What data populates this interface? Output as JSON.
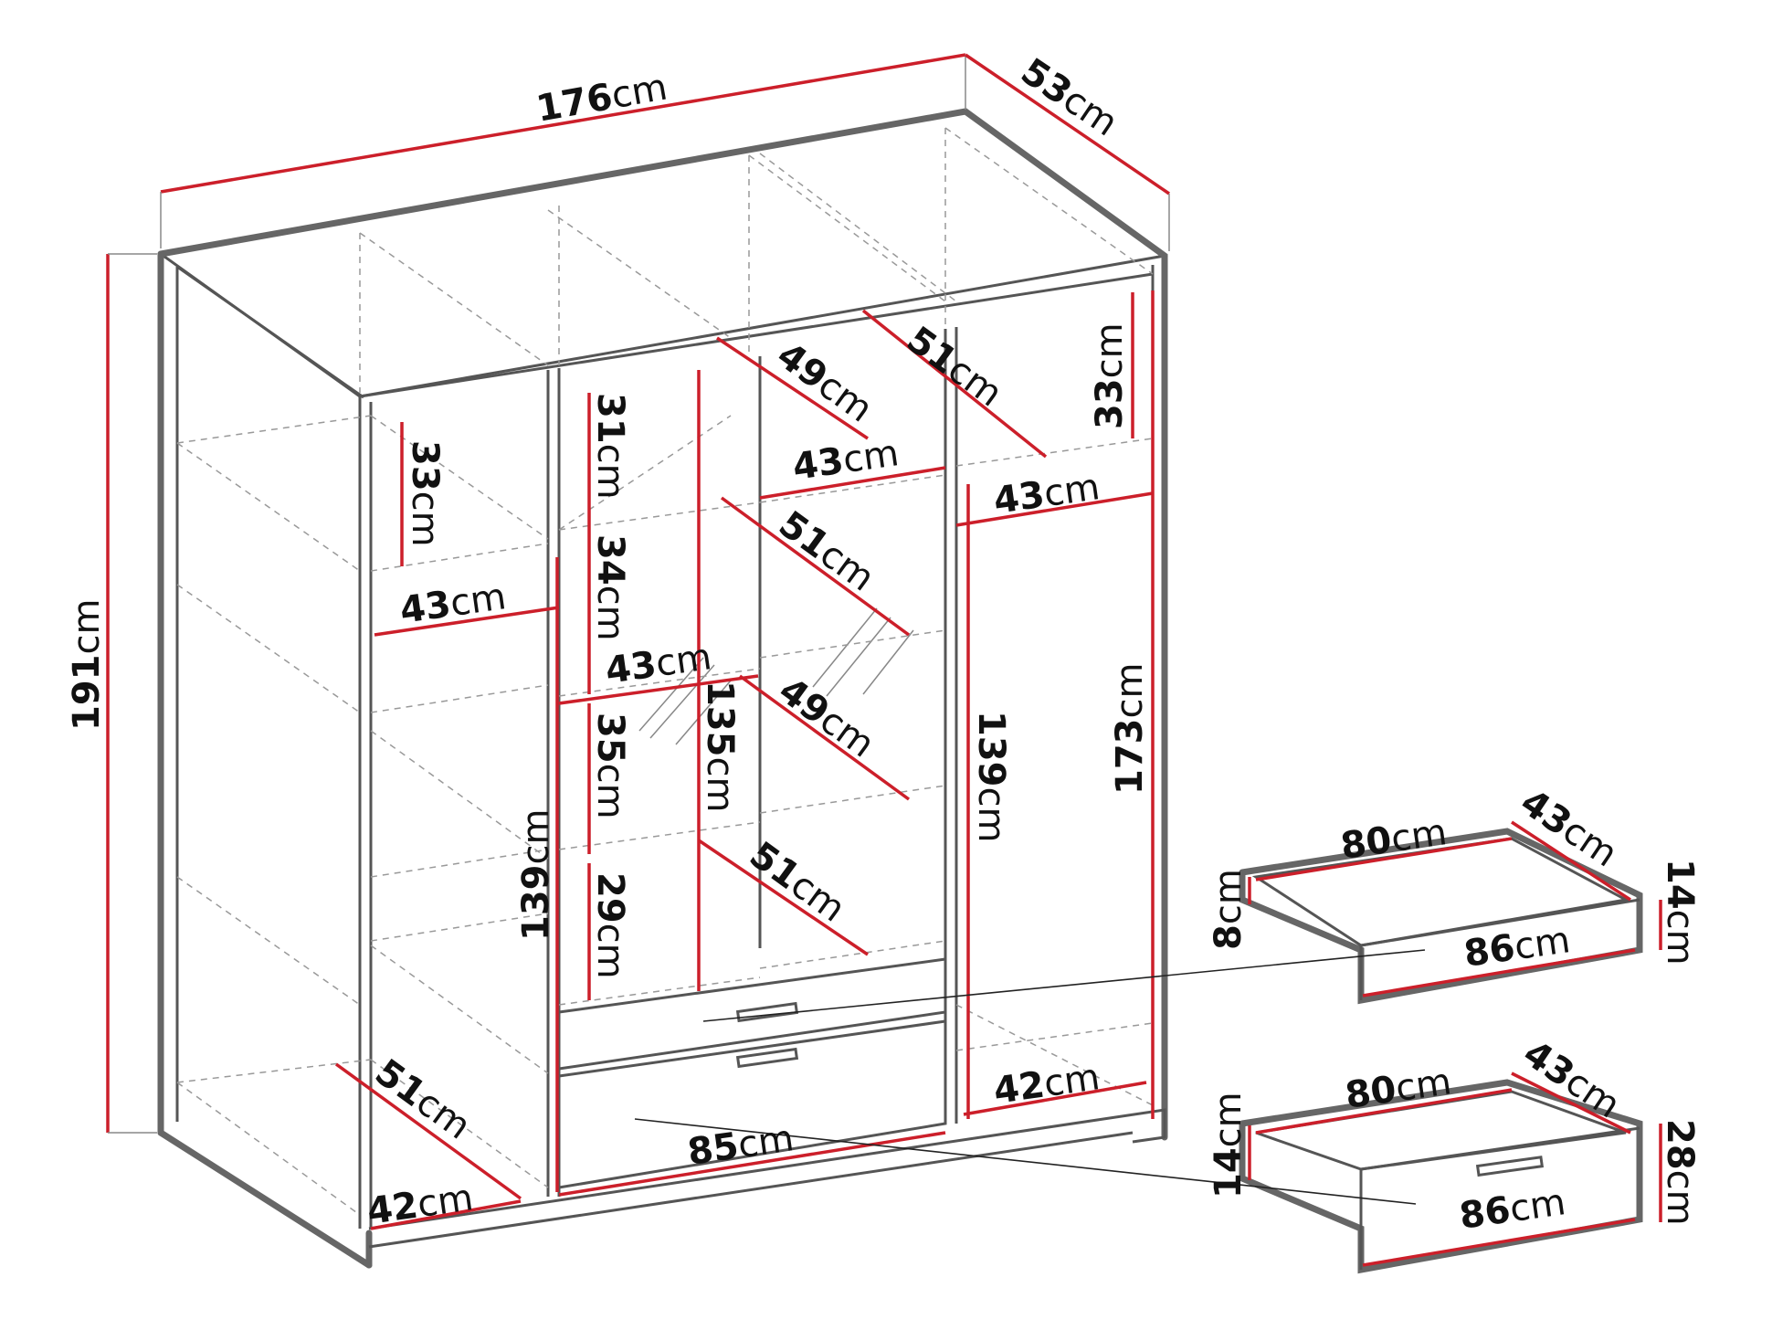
{
  "dimensions": {
    "overall_width": {
      "num": "176",
      "unit": "cm"
    },
    "overall_depth": {
      "num": "53",
      "unit": "cm"
    },
    "overall_height": {
      "num": "191",
      "unit": "cm"
    },
    "left_top_shelf_height": {
      "num": "33",
      "unit": "cm"
    },
    "left_shelf_width": {
      "num": "43",
      "unit": "cm"
    },
    "left_section_height": {
      "num": "139",
      "unit": "cm"
    },
    "left_bottom_depth": {
      "num": "51",
      "unit": "cm"
    },
    "left_bottom_width": {
      "num": "42",
      "unit": "cm"
    },
    "mid_shelf_1_height": {
      "num": "31",
      "unit": "cm"
    },
    "mid_shelf_2_height": {
      "num": "34",
      "unit": "cm"
    },
    "mid_shelf_3_height": {
      "num": "35",
      "unit": "cm"
    },
    "mid_shelf_4_height": {
      "num": "29",
      "unit": "cm"
    },
    "mid_shelf_width": {
      "num": "43",
      "unit": "cm"
    },
    "mid_total_height": {
      "num": "135",
      "unit": "cm"
    },
    "mid_top_depth": {
      "num": "49",
      "unit": "cm"
    },
    "mid_top_width": {
      "num": "43",
      "unit": "cm"
    },
    "mid_shelf_depth_1": {
      "num": "51",
      "unit": "cm"
    },
    "mid_shelf_depth_2": {
      "num": "49",
      "unit": "cm"
    },
    "mid_shelf_depth_3": {
      "num": "51",
      "unit": "cm"
    },
    "mid_drawer_width": {
      "num": "85",
      "unit": "cm"
    },
    "right_top_depth": {
      "num": "51",
      "unit": "cm"
    },
    "right_top_height": {
      "num": "33",
      "unit": "cm"
    },
    "right_shelf_width": {
      "num": "43",
      "unit": "cm"
    },
    "right_section_height": {
      "num": "139",
      "unit": "cm"
    },
    "right_total_height": {
      "num": "173",
      "unit": "cm"
    },
    "right_bottom_width": {
      "num": "42",
      "unit": "cm"
    },
    "drawer1_inner_width": {
      "num": "80",
      "unit": "cm"
    },
    "drawer1_depth": {
      "num": "43",
      "unit": "cm"
    },
    "drawer1_front_height": {
      "num": "14",
      "unit": "cm"
    },
    "drawer1_side_height": {
      "num": "8",
      "unit": "cm"
    },
    "drawer1_front_width": {
      "num": "86",
      "unit": "cm"
    },
    "drawer2_inner_width": {
      "num": "80",
      "unit": "cm"
    },
    "drawer2_depth": {
      "num": "43",
      "unit": "cm"
    },
    "drawer2_front_height": {
      "num": "28",
      "unit": "cm"
    },
    "drawer2_side_height": {
      "num": "14",
      "unit": "cm"
    },
    "drawer2_front_width": {
      "num": "86",
      "unit": "cm"
    }
  },
  "colors": {
    "dimension_line": "#cc1f2a",
    "outline": "#555555",
    "hidden_line": "#999999"
  }
}
